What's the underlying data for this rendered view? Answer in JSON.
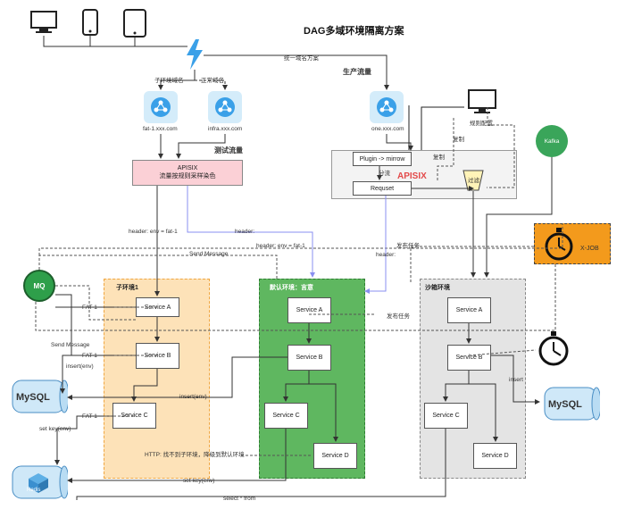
{
  "title": "DAG多域环境隔离方案",
  "labels": {
    "prod_traffic": "生产流量",
    "test_traffic": "测试流量",
    "unified_domain": "统一域名方案",
    "sub_env_domain": "子环境域名",
    "normal_domain": "正常域名",
    "rule_config": "规则配置",
    "copy1": "复制",
    "copy2": "复制",
    "split": "分流",
    "apisix_brand": "APISIX",
    "header_env1": "header: env = fat-1",
    "header_env2": "header: env = fat-1",
    "header_plain1": "header:",
    "header_plain2": "header:",
    "send_message1": "Send Message",
    "send_message2": "Send Message",
    "publish_task1": "发布任务",
    "publish_task2": "发布任务",
    "fat1_a": "FAT-1",
    "fat1_b": "FAT-1",
    "fat1_c": "FAT-1",
    "insert_env1": "insert(env)",
    "insert_env2": "insert(env)",
    "insert": "insert",
    "set_key1": "set key(env)",
    "set_key2": "set key(env)",
    "select_from": "select * from",
    "http_fallback": "HTTP: 找不到子环境，降级到默认环境"
  },
  "nodes": {
    "fat_host": "fat-1.xxx.com",
    "infra_host": "infra.xxx.com",
    "one_host": "one.xxx.com",
    "apisix_box_line1": "APISIX",
    "apisix_box_line2": "流量按规则采样染色",
    "plugin_mirror": "Plugin -> mirrow",
    "request": "Requset",
    "filter": "过滤",
    "kafka": "Kafka",
    "mq": "MQ",
    "xjob": "X-JOB",
    "mysql1": "MySQL",
    "mysql2": "MySQL",
    "redis": "Redis"
  },
  "zones": {
    "sub_env": {
      "title": "子环境1",
      "services": [
        "Service A",
        "Service B",
        "Service C"
      ]
    },
    "default_env": {
      "title": "默认环境：言意",
      "services": [
        "Service A",
        "Service B",
        "Service C",
        "Service D"
      ]
    },
    "sandbox_env": {
      "title": "沙箱环境",
      "services": [
        "Service A",
        "Service B",
        "Service C",
        "Service D"
      ]
    }
  },
  "colors": {
    "sub_env_fill": "#fde2b8",
    "default_env_fill": "#5fb760",
    "sandbox_fill": "#e4e4e4",
    "apisix_fill": "#fbd0d6",
    "host_icon": "#d4ecfa",
    "mq_fill": "#2e9f4a",
    "kafka_fill": "#3aa55a",
    "xjob_fill": "#f39a1c",
    "db_fill": "#cfe8f8",
    "accent_red": "#e34a4a",
    "purple_line": "#8a8ff0"
  }
}
